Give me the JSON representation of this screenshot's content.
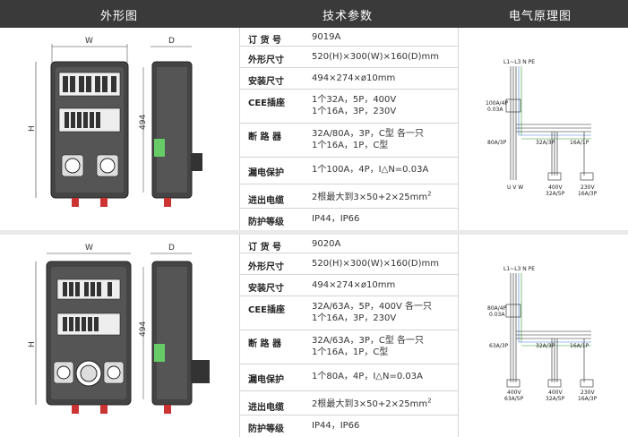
{
  "header": {
    "col1": "外形图",
    "col2": "技术参数",
    "col3": "电气原理图"
  },
  "panels": [
    {
      "specs": [
        {
          "key": "订 货 号",
          "value": "9019A"
        },
        {
          "key": "外形尺寸",
          "value": "520(H)×300(W)×160(D)mm"
        },
        {
          "key": "安装尺寸",
          "value": "494×274×ø10mm"
        },
        {
          "key": "CEE插座",
          "value": "1个32A，5P，400V",
          "value2": "1个16A，3P，230V"
        },
        {
          "key": "断 路 器",
          "value": "32A/80A，3P，C型 各一只",
          "value2": "1个16A，1P，C型"
        },
        {
          "key": "漏电保护",
          "value": "1个100A，4P，I△N=0.03A"
        },
        {
          "key": "进出电缆",
          "value": "2根最大到3×50+2×25mm",
          "sup": "2"
        },
        {
          "key": "防护等级",
          "value": "IP44，IP66"
        }
      ],
      "drawing": {
        "w": "W",
        "d": "D",
        "h": "H",
        "dim494": "494"
      },
      "schematic": {
        "top": "L1~L3 N PE",
        "rcd": "100A/4P",
        "rcd2": "0.03A",
        "b1": "80A/3P",
        "b2": "32A/3P",
        "b3": "16A/1P",
        "out1": "U  V  W",
        "out2a": "400V",
        "out2b": "32A/5P",
        "out3a": "230V",
        "out3b": "16A/3P"
      }
    },
    {
      "specs": [
        {
          "key": "订 货 号",
          "value": "9020A"
        },
        {
          "key": "外形尺寸",
          "value": "520(H)×300(W)×160(D)mm"
        },
        {
          "key": "安装尺寸",
          "value": "494×274×ø10mm"
        },
        {
          "key": "CEE插座",
          "value": "32A/63A，5P，400V 各一只",
          "value2": "1个16A，3P，230V"
        },
        {
          "key": "断 路 器",
          "value": "32A/63A，3P，C型 各一只",
          "value2": "1个16A，1P，C型"
        },
        {
          "key": "漏电保护",
          "value": "1个80A，4P，I△N=0.03A"
        },
        {
          "key": "进出电缆",
          "value": "2根最大到3×50+2×25mm",
          "sup": "2"
        },
        {
          "key": "防护等级",
          "value": "IP44，IP66"
        }
      ],
      "drawing": {
        "w": "W",
        "d": "D",
        "h": "H",
        "dim494": "494"
      },
      "schematic": {
        "top": "L1~L3 N PE",
        "rcd": "80A/4P",
        "rcd2": "0.03A",
        "b1": "63A/3P",
        "b2": "32A/3P",
        "b3": "16A/1P",
        "out1a": "400V",
        "out1b": "63A/5P",
        "out2a": "400V",
        "out2b": "32A/5P",
        "out3a": "230V",
        "out3b": "16A/3P"
      }
    }
  ]
}
